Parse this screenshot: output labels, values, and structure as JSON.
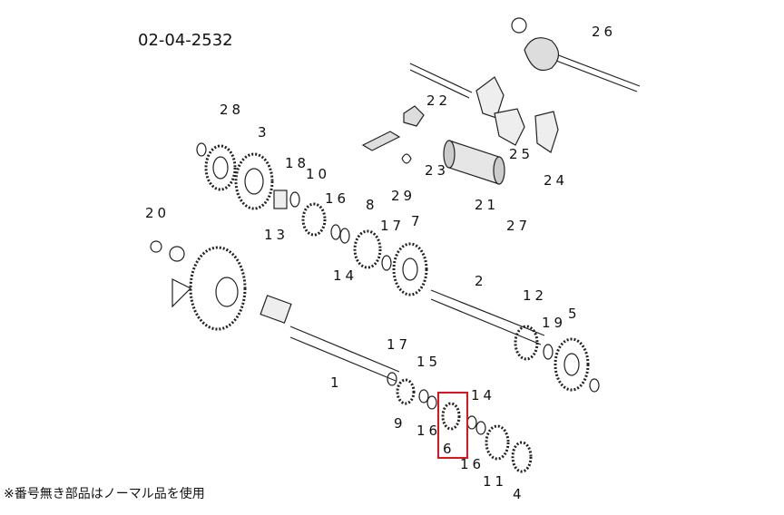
{
  "diagram_code": "02-04-2532",
  "footnote": "※番号無き部品はノーマル品を使用",
  "highlight_color": "#e0141e",
  "highlighted_part": "6",
  "labels": [
    "26",
    "22",
    "28",
    "3",
    "18",
    "10",
    "16",
    "8",
    "17",
    "7",
    "20",
    "13",
    "14",
    "29",
    "23",
    "21",
    "25",
    "24",
    "27",
    "2",
    "12",
    "19",
    "5",
    "1",
    "17",
    "15",
    "14",
    "9",
    "16",
    "6",
    "16",
    "11",
    "4"
  ]
}
